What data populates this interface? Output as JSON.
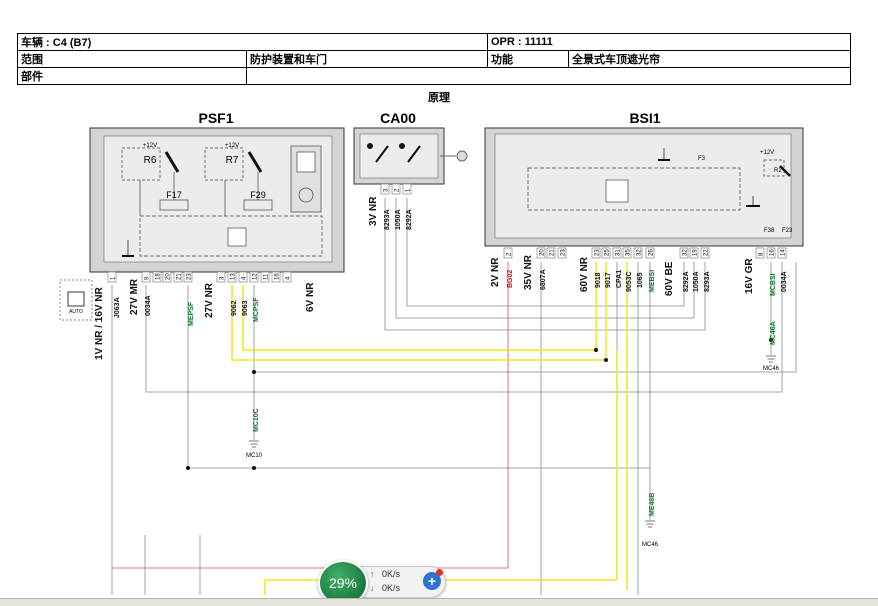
{
  "header": {
    "vehicle": "车辆 : C4 (B7)",
    "opr": "OPR : 11111",
    "scope_label": "范围",
    "scope_value": "防护装置和车门",
    "function_label": "功能",
    "function_value": "全景式车顶遮光帘",
    "part_label": "部件",
    "part_value": "",
    "diagram_title": "原理"
  },
  "modules": {
    "psf1": "PSF1",
    "ca00": "CA00",
    "bsi1": "BSI1"
  },
  "components": {
    "relay_r6": "R6",
    "relay_r7": "R7",
    "relay_r2": "R2",
    "fuse_f17": "F17",
    "fuse_f29": "F29",
    "fuse_f3": "F3",
    "fuse_f38": "F38",
    "fuse_f23": "F23",
    "plus12v_1": "+12V",
    "plus12v_2": "+12V",
    "plus12v_3": "+12V"
  },
  "psf1_pins": [
    "1",
    "9",
    "18",
    "20",
    "21",
    "23",
    "3",
    "13",
    "4",
    "12",
    "11",
    "16",
    "4"
  ],
  "ca00_pins": [
    "3",
    "2",
    "1"
  ],
  "bsi1_pins": [
    "2",
    "20",
    "21",
    "23",
    "23",
    "25",
    "31",
    "35",
    "32",
    "26",
    "32",
    "19",
    "22",
    "8",
    "16",
    "14"
  ],
  "connector_labels": {
    "psf1_conn_a": "1V NR / 16V NR",
    "psf1_conn_b": "27V MR",
    "psf1_conn_c": "27V NR",
    "psf1_conn_d": "6V NR",
    "ca00_conn": "3V NR",
    "bsi1_conn_a": "2V NR",
    "bsi1_conn_b": "35V NR",
    "bsi1_conn_c": "60V NR",
    "bsi1_conn_d": "60V BE",
    "bsi1_conn_e": "16V GR",
    "auto_badge": "AUTO"
  },
  "wire_codes": {
    "w_j063a": "J063A",
    "w_0034a_psf": "0034A",
    "w_mepsf": "MEPSF",
    "w_9062": "9062",
    "w_9063": "9063",
    "w_mcpsf": "MCPSF",
    "w_8293a_ca": "8293A",
    "w_1050a_ca": "1050A",
    "w_8292a_ca": "8292A",
    "w_bg02": "BG02",
    "w_6807a": "6807A",
    "w_9018": "9018",
    "w_9017": "9017",
    "w_cpa1": "CPA1",
    "w_9053c": "9053C",
    "w_1065": "1065",
    "w_mebsi": "MEBSI",
    "w_8292a_bsi": "8292A",
    "w_1050a_bsi": "1050A",
    "w_8293a_bsi": "8293A",
    "w_mcbsi": "MCBSI",
    "w_0034a_bsi": "0034A"
  },
  "ground_labels": {
    "mc46a": "MC46A",
    "mc46_top": "MC46",
    "mc10c": "MC10C",
    "mc10": "MC10",
    "me46b": "ME46B",
    "mc46_bottom": "MC46"
  },
  "colors": {
    "wire_black": "#111111",
    "wire_gray": "#8a8a8a",
    "wire_yellow": "#f2e81a",
    "wire_red": "#e05050",
    "label_green": "#0a7a2a",
    "label_red": "#d01010",
    "box_fill": "#d4d4d4",
    "panel_fill": "#ececec"
  },
  "widget": {
    "percent": "29%",
    "upload_rate": "0K/s",
    "download_rate": "0K/s",
    "add_icon_label": "+"
  }
}
